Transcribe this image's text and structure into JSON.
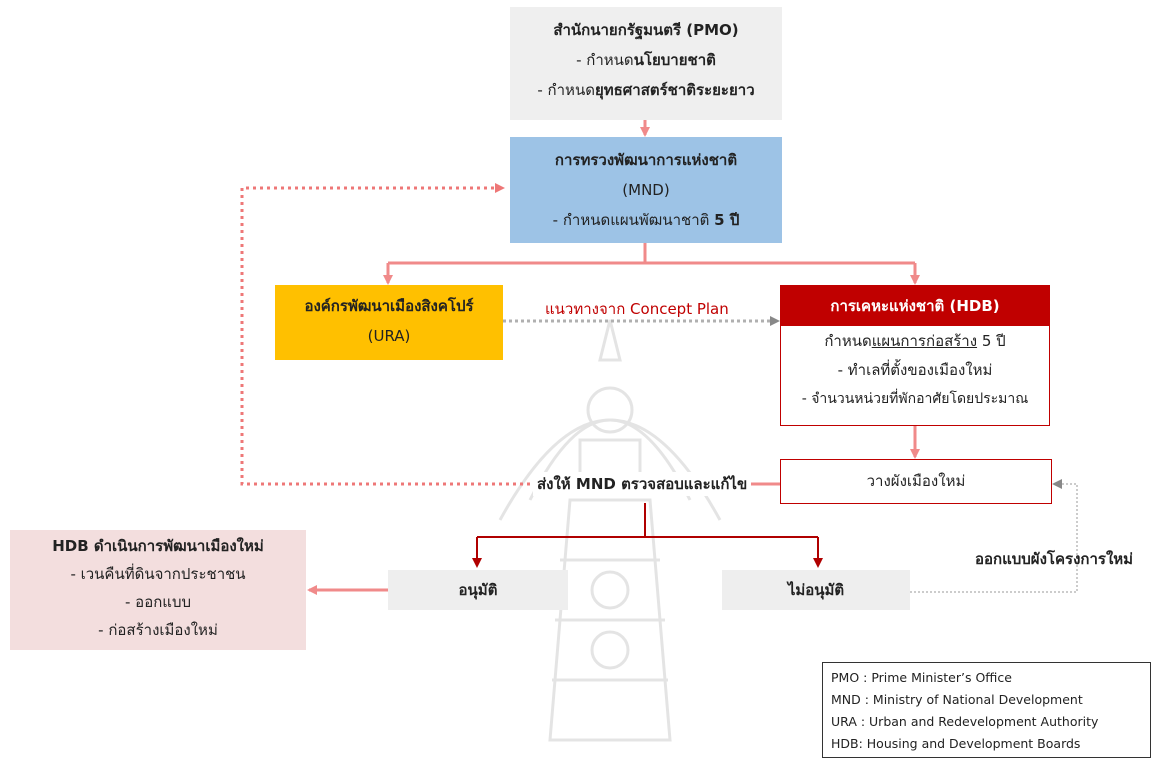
{
  "pmo": {
    "title": "สำนักนายกรัฐมนตรี (PMO)",
    "line1_prefix": "- กำหนด",
    "line1_bold": "นโยบายชาติ",
    "line2_prefix": "- กำหนด",
    "line2_bold": "ยุทธศาสตร์ชาติระยะยาว"
  },
  "mnd": {
    "title": "การทรวงพัฒนาการแห่งชาติ",
    "abbr": "(MND)",
    "line_prefix": "- กำหนดแผนพัฒนาชาติ",
    "line_bold": "5 ปี"
  },
  "ura": {
    "title": "องค์กรพัฒนาเมืองสิงคโปร์",
    "abbr": "(URA)"
  },
  "concept_label": "แนวทางจาก Concept Plan",
  "hdb": {
    "title": "การเคหะแห่งชาติ (HDB)",
    "line1_a": "กำหนด",
    "line1_u": "แผนการก่อสร้าง",
    "line1_b": " 5 ปี",
    "line2": "- ทำเลที่ตั้งของเมืองใหม่",
    "line3": "- จำนวนหน่วยที่พักอาศัยโดยประมาณ"
  },
  "plan_new_town": "วางผังเมืองใหม่",
  "send_to_mnd": "ส่งให้ MND ตรวจสอบและแก้ไข",
  "approve": "อนุมัติ",
  "not_approve": "ไม่อนุมัติ",
  "redesign_label": "ออกแบบผังโครงการใหม่",
  "hdb_develop": {
    "title": "HDB ดำเนินการพัฒนาเมืองใหม่",
    "line1": "- เวนคืนที่ดินจากประชาชน",
    "line2": "- ออกแบบ",
    "line3": "- ก่อสร้างเมืองใหม่"
  },
  "legend": {
    "pmo": "PMO : Prime Minister’s Office",
    "mnd": "MND : Ministry of National Development",
    "ura": "URA : Urban and Redevelopment Authority",
    "hdb": "HDB:  Housing and Development Boards"
  },
  "colors": {
    "pmo_bg": "#efefef",
    "mnd_bg": "#9dc3e6",
    "ura_bg": "#ffc000",
    "hdb_header": "#c00000",
    "hdb_border": "#c00000",
    "arrow_salmon": "#f08a8a",
    "arrow_dark": "#b00000",
    "dotted_red": "#ee7777",
    "dotted_gray": "#b0b0b0",
    "develop_bg": "#f3dede",
    "approve_bg": "#eeeeee",
    "concept_text": "#c00000"
  }
}
